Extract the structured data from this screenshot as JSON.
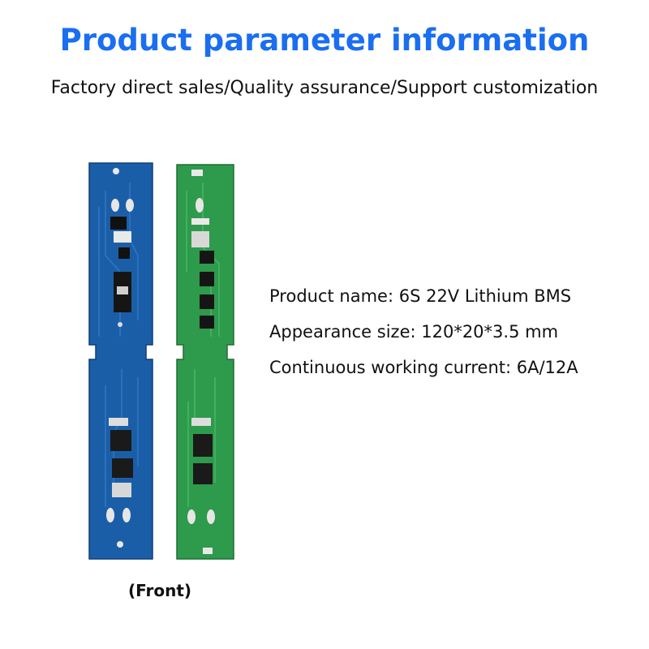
{
  "header": {
    "title": "Product parameter information",
    "subtitle": "Factory direct sales/Quality assurance/Support customization"
  },
  "specs": [
    "Product name: 6S 22V Lithium BMS",
    "Appearance size: 120*20*3.5 mm",
    "Continuous working current: 6A/12A"
  ],
  "images": {
    "caption": "(Front)",
    "blue_board_color": "#1b5ea8",
    "green_board_color": "#2e9a4c"
  }
}
